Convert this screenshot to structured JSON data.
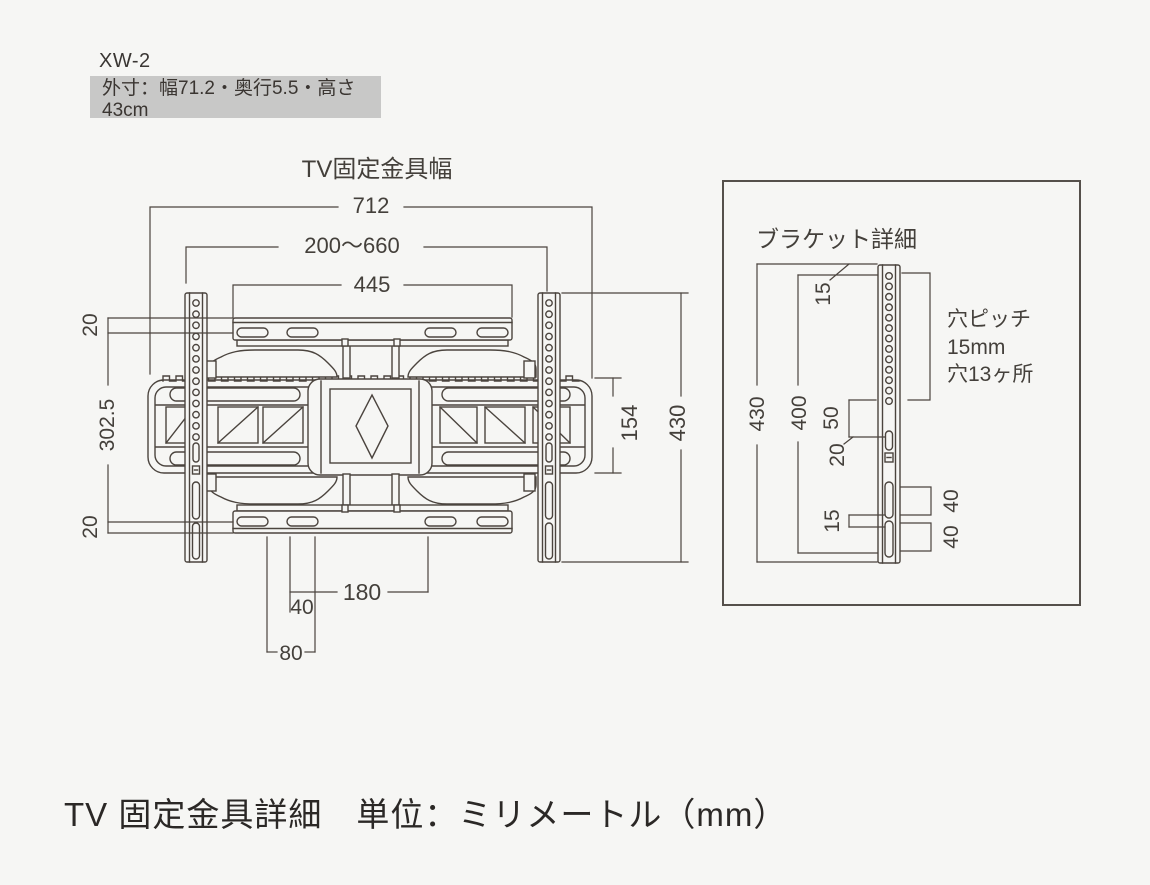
{
  "header": {
    "model": "XW-2",
    "outer_size_label": "外寸：幅71.2・奥行5.5・高さ43cm"
  },
  "main_diagram": {
    "title": "TV固定金具幅",
    "dim_overall_width": "712",
    "dim_adjust_range": "200〜660",
    "dim_bar_width": "445",
    "dim_top_edge_to_slot": "20",
    "dim_slot_pitch_v": "302.5",
    "dim_bottom_slot_to_edge": "20",
    "dim_plate_height": "154",
    "dim_rail_height": "430",
    "dim_center_span": "180",
    "dim_offset_40": "40",
    "dim_offset_80": "80"
  },
  "bracket_detail": {
    "title": "ブラケット詳細",
    "dim_top_to_hole": "15",
    "dim_rail_height": "430",
    "dim_inner_height": "400",
    "dim_hole_to_slot": "50",
    "dim_slot_length": "20",
    "dim_slot_gap": "15",
    "dim_lower_slot_a": "40",
    "dim_lower_slot_b": "40",
    "hole_note_line1": "穴ピッチ",
    "hole_note_line2": "15mm",
    "hole_note_line3": "穴13ヶ所"
  },
  "caption": "TV 固定金具詳細　単位：ミリメートル（mm）",
  "colors": {
    "line": "#4b443e",
    "label_box_bg": "#c8c8c7",
    "background": "#f6f6f4",
    "caption_text": "#2b2826"
  }
}
